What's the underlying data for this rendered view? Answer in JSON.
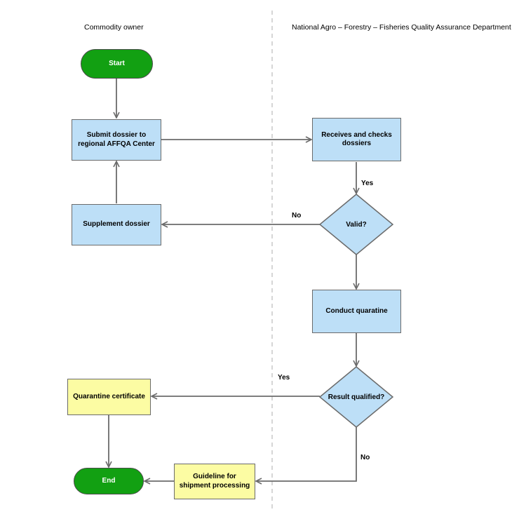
{
  "lanes": {
    "left": "Commodity owner",
    "right": "National Agro – Forestry – Fisheries Quality Assurance Department"
  },
  "nodes": {
    "start": "Start",
    "submit": "Submit dossier to\nregional AFFQA Center",
    "receive": "Receives and checks\ndossiers",
    "valid": "Valid?",
    "supplement": "Supplement dossier",
    "quarantine": "Conduct quaratine",
    "result": "Result qualified?",
    "certificate": "Quarantine certificate",
    "guideline": "Guideline for\nshipment processing",
    "end": "End"
  },
  "edge_labels": {
    "receive_valid": "Yes",
    "valid_no": "No",
    "result_yes": "Yes",
    "result_no": "No"
  },
  "colors": {
    "process_fill": "#bddff7",
    "output_fill": "#fcfca3",
    "terminal_fill": "#12a012",
    "connector": "#6b6b6b",
    "lane_divider": "#bbbbbb"
  }
}
